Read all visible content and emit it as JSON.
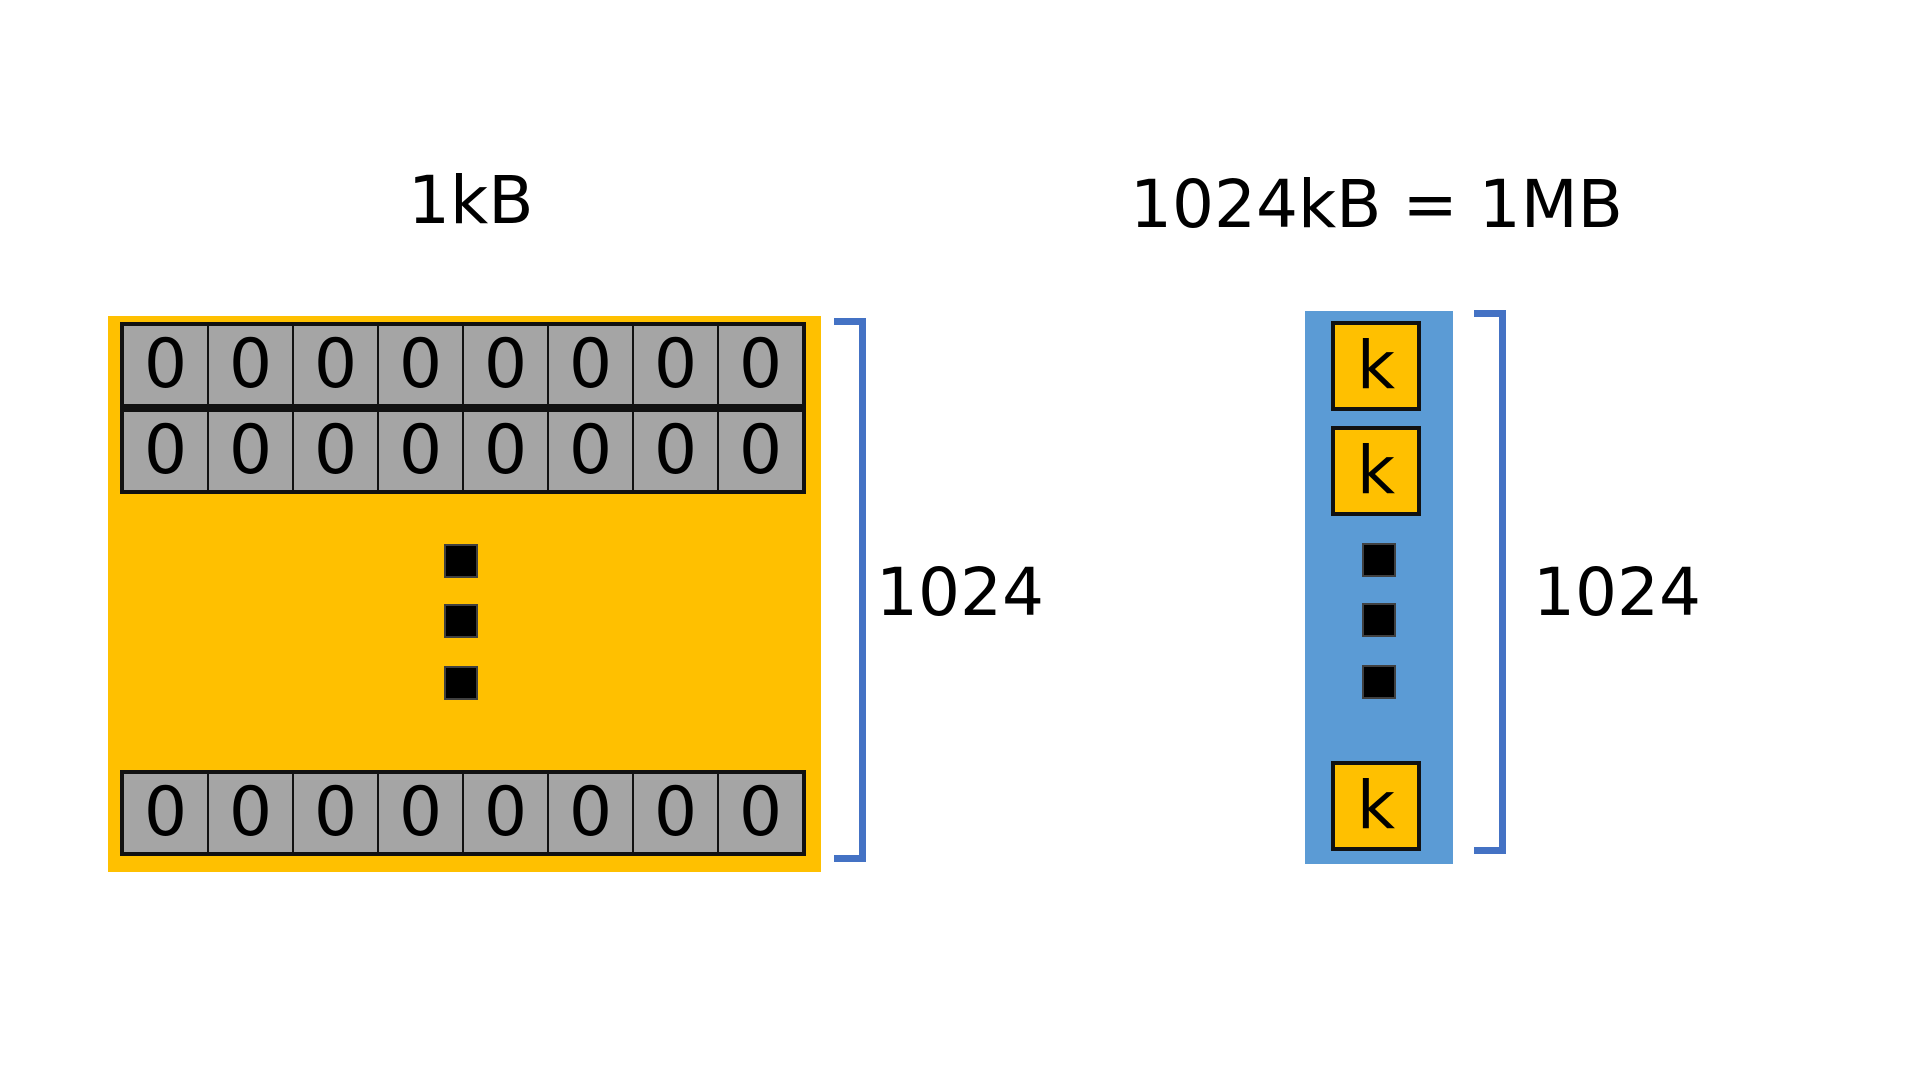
{
  "left": {
    "title": "1kB",
    "row_bits": [
      "0",
      "0",
      "0",
      "0",
      "0",
      "0",
      "0",
      "0"
    ],
    "count_label": "1024",
    "colors": {
      "block": "#ffc000",
      "cell": "#a5a5a5",
      "bracket": "#4472c4"
    }
  },
  "right": {
    "title": "1024kB = 1MB",
    "cell_label": "k",
    "count_label": "1024",
    "colors": {
      "block": "#5b9bd5",
      "cell": "#ffc000",
      "bracket": "#4472c4"
    }
  }
}
